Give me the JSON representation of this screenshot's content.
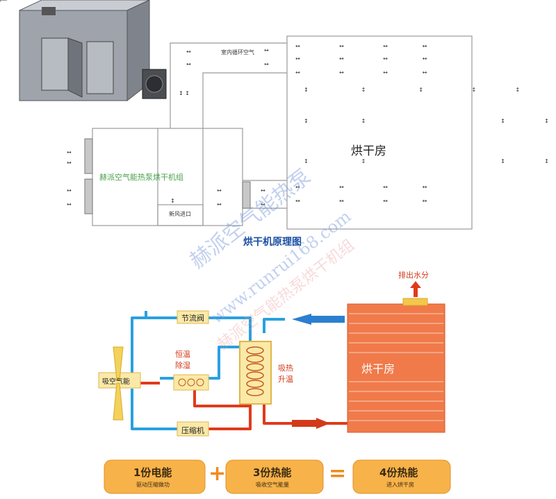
{
  "top": {
    "indoor_air": "室内循环空气",
    "room": "烘干房",
    "unit": "赫派空气能热泵烘干机组",
    "fresh_air": "新风进口",
    "title": "烘干机原理图"
  },
  "bottom": {
    "throttle": "节流阀",
    "constant": "恒温",
    "dehumid": "除湿",
    "absorb": "吸空气能",
    "heat1": "吸热",
    "heat2": "升温",
    "compressor": "压缩机",
    "exhaust": "排出水分",
    "room": "烘干房"
  },
  "equation": {
    "box1_main": "1份电能",
    "box1_sub": "驱动压缩做功",
    "plus": "+",
    "box2_main": "3份热能",
    "box2_sub": "吸收空气能量",
    "equals": "=",
    "box3_main": "4份热能",
    "box3_sub": "进入烘干房"
  },
  "watermark": {
    "line1": "赫派空气能热泵",
    "line2": "www.runrui168.com",
    "line3": "赫派空气能热泵烘干机组"
  },
  "colors": {
    "hot_pipe": "#e03a1c",
    "cold_pipe": "#2aa0e0",
    "component_fill": "#fbe9a8",
    "room_fill": "#f07a4a",
    "box_fill": "#f7b24a"
  }
}
